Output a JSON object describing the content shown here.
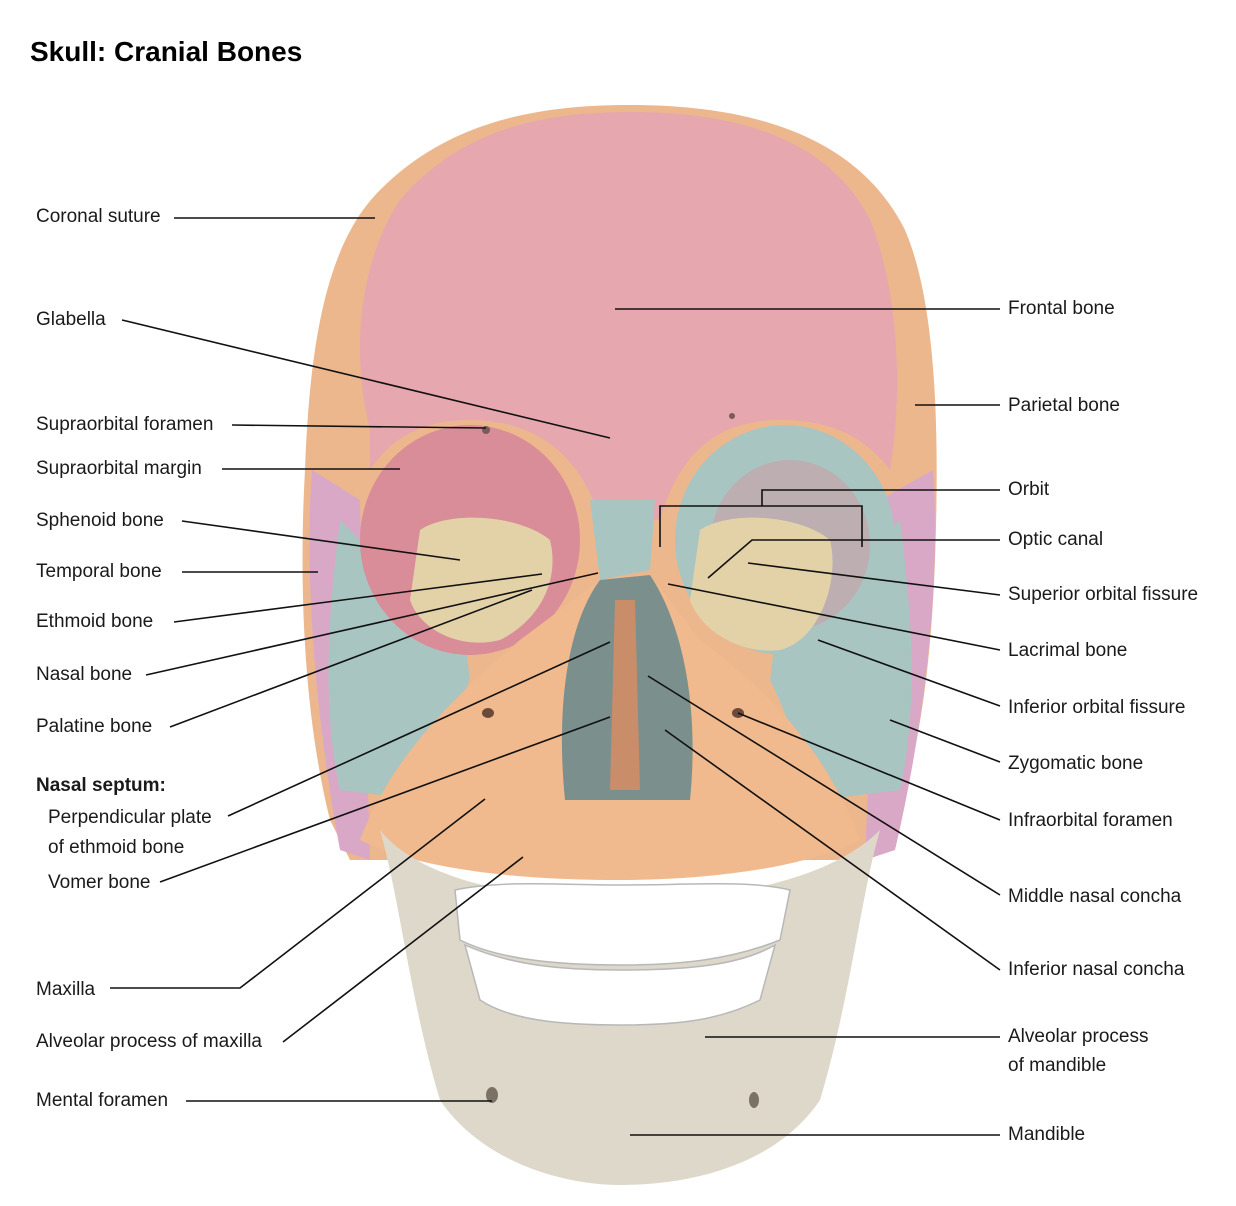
{
  "title": "Skull: Cranial Bones",
  "colors": {
    "frontal": "#e6a7ae",
    "parietal": "#edb78d",
    "temporal": "#d8a8c6",
    "sphenoid": "#a9c5c1",
    "zygomatic": "#a9c5c1",
    "maxilla": "#f0ba8e",
    "ethmoid": "#e3d2a7",
    "mandible": "#ded8ca",
    "teeth": "#ffffff"
  },
  "labels_left": {
    "coronal_suture": "Coronal suture",
    "glabella": "Glabella",
    "supraorbital_foramen": "Supraorbital foramen",
    "supraorbital_margin": "Supraorbital margin",
    "sphenoid_bone": "Sphenoid bone",
    "temporal_bone": "Temporal bone",
    "ethmoid_bone": "Ethmoid bone",
    "nasal_bone": "Nasal bone",
    "palatine_bone": "Palatine bone",
    "nasal_septum_header": "Nasal septum:",
    "perpendicular_plate_line1": "Perpendicular plate",
    "perpendicular_plate_line2": "of ethmoid bone",
    "vomer_bone": "Vomer bone",
    "maxilla": "Maxilla",
    "alveolar_process_maxilla": "Alveolar process of maxilla",
    "mental_foramen": "Mental foramen"
  },
  "labels_right": {
    "frontal_bone": "Frontal bone",
    "parietal_bone": "Parietal bone",
    "orbit": "Orbit",
    "optic_canal": "Optic canal",
    "superior_orbital_fissure": "Superior orbital fissure",
    "lacrimal_bone": "Lacrimal bone",
    "inferior_orbital_fissure": "Inferior orbital fissure",
    "zygomatic_bone": "Zygomatic bone",
    "infraorbital_foramen": "Infraorbital foramen",
    "middle_nasal_concha": "Middle nasal concha",
    "inferior_nasal_concha": "Inferior nasal concha",
    "alveolar_process_mandible_line1": "Alveolar process",
    "alveolar_process_mandible_line2": "of mandible",
    "mandible": "Mandible"
  }
}
